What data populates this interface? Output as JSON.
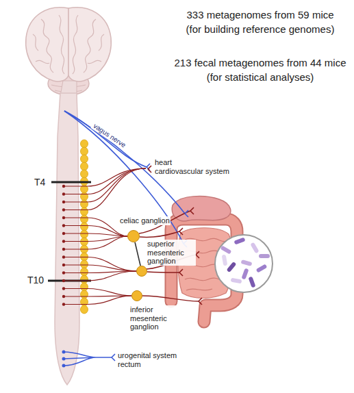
{
  "diagram": {
    "nodes": [
      {
        "text": [
          "celiac ganglion"
        ]
      },
      {
        "text": [
          "superior mesenteric ganglion"
        ]
      },
      {
        "text": [
          "inferior mesenteric ganglion"
        ]
      }
    ],
    "edges": [
      {
        "from": 0,
        "to": 1,
        "arrow": "none"
      }
    ],
    "labels": [
      "333 metagenomes from 59 mice",
      "(for building reference genomes)",
      "213 fecal metagenomes from 44 mice",
      "(for statistical analyses)",
      "vagus nerve",
      "T4",
      "T10",
      "heart",
      "cardiovascular system",
      "urogenital system",
      "rectum"
    ]
  }
}
